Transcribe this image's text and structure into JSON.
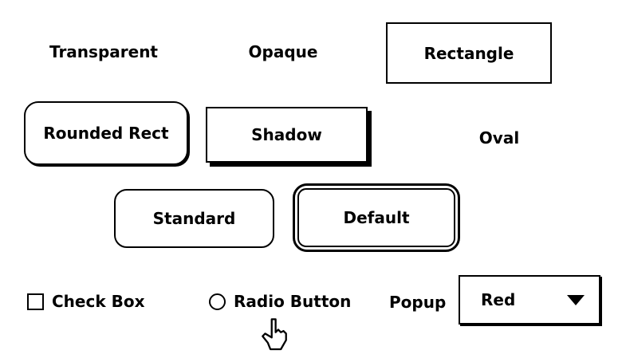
{
  "colors": {
    "foreground": "#000000",
    "background": "#ffffff"
  },
  "buttons": {
    "transparent": "Transparent",
    "opaque": "Opaque",
    "rectangle": "Rectangle",
    "rounded_rect": "Rounded Rect",
    "shadow": "Shadow",
    "oval": "Oval",
    "standard": "Standard",
    "default": "Default"
  },
  "checkbox": {
    "label": "Check Box",
    "checked": false
  },
  "radio": {
    "label": "Radio Button",
    "selected": false
  },
  "popup": {
    "label": "Popup",
    "selected_value": "Red"
  },
  "icons": {
    "popup_arrow": "triangle-down",
    "cursor": "pointing-hand"
  }
}
